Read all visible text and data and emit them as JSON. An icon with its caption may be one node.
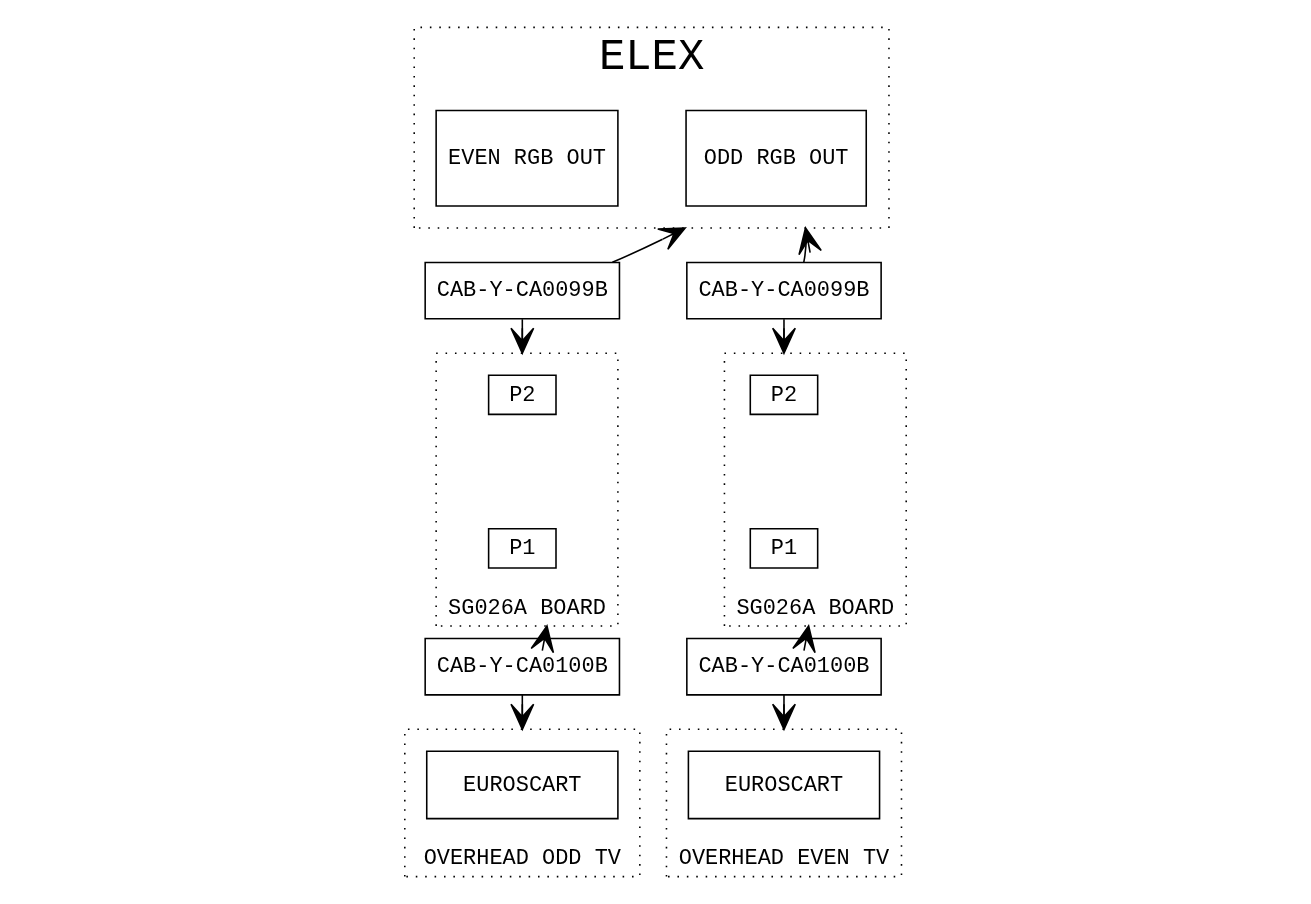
{
  "diagram": {
    "nodes": [
      {
        "text": [
          "ELEX"
        ]
      },
      {
        "text": [
          "ODD RGB OUT"
        ],
        "in": 0
      },
      {
        "text": [
          "EVEN RGB OUT"
        ],
        "in": 0
      },
      {
        "text": [
          "CAB-Y-CA0099B"
        ]
      },
      {
        "text": [
          "CAB-Y-CA0099B"
        ]
      },
      {
        "text": [
          "SG026A BOARD"
        ]
      },
      {
        "text": [
          "P2"
        ],
        "in": 5
      },
      {
        "text": [
          "P1"
        ],
        "in": 5
      },
      {
        "text": [
          "SG026A BOARD"
        ]
      },
      {
        "text": [
          "P2"
        ],
        "in": 8
      },
      {
        "text": [
          "P1"
        ],
        "in": 8
      },
      {
        "text": [
          "CAB-Y-CA0100B"
        ]
      },
      {
        "text": [
          "CAB-Y-CA0100B"
        ]
      },
      {
        "text": [
          "OVERHEAD ODD TV"
        ]
      },
      {
        "text": [
          "EUROSCART"
        ],
        "in": 13
      },
      {
        "text": [
          "OVERHEAD EVEN TV"
        ]
      },
      {
        "text": [
          "EUROSCART"
        ],
        "in": 15
      }
    ],
    "edges": [
      {
        "from": 3,
        "to": 0,
        "arrow": "to"
      },
      {
        "from": 3,
        "to": 5,
        "arrow": "to"
      },
      {
        "from": 4,
        "to": 0,
        "arrow": "to"
      },
      {
        "from": 4,
        "to": 8,
        "arrow": "to"
      },
      {
        "from": 11,
        "to": 5,
        "arrow": "to"
      },
      {
        "from": 11,
        "to": 13,
        "arrow": "to"
      },
      {
        "from": 12,
        "to": 8,
        "arrow": "to"
      },
      {
        "from": 12,
        "to": 15,
        "arrow": "to"
      }
    ]
  }
}
